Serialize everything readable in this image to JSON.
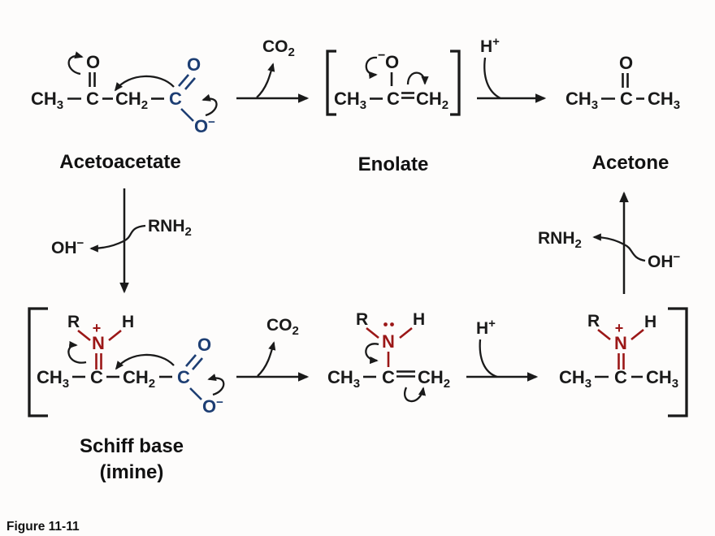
{
  "figure_label": "Figure 11-11",
  "colors": {
    "accent_blue": "#1d3e73",
    "accent_red": "#9b1717",
    "ink_black": "#1a1a1a",
    "background": "#fdfcfb"
  },
  "compound_names": {
    "acetoacetate": "Acetoacetate",
    "enolate": "Enolate",
    "acetone": "Acetone",
    "schiff_line1": "Schiff base",
    "schiff_line2": "(imine)"
  },
  "labels": {
    "ch": "CH",
    "sub2": "2",
    "sub3": "3",
    "c": "C",
    "o": "O",
    "n": "N",
    "r": "R",
    "h": "H",
    "plus": "+",
    "minus": "−",
    "co": "CO",
    "rnh": "RNH",
    "oh": "OH"
  }
}
